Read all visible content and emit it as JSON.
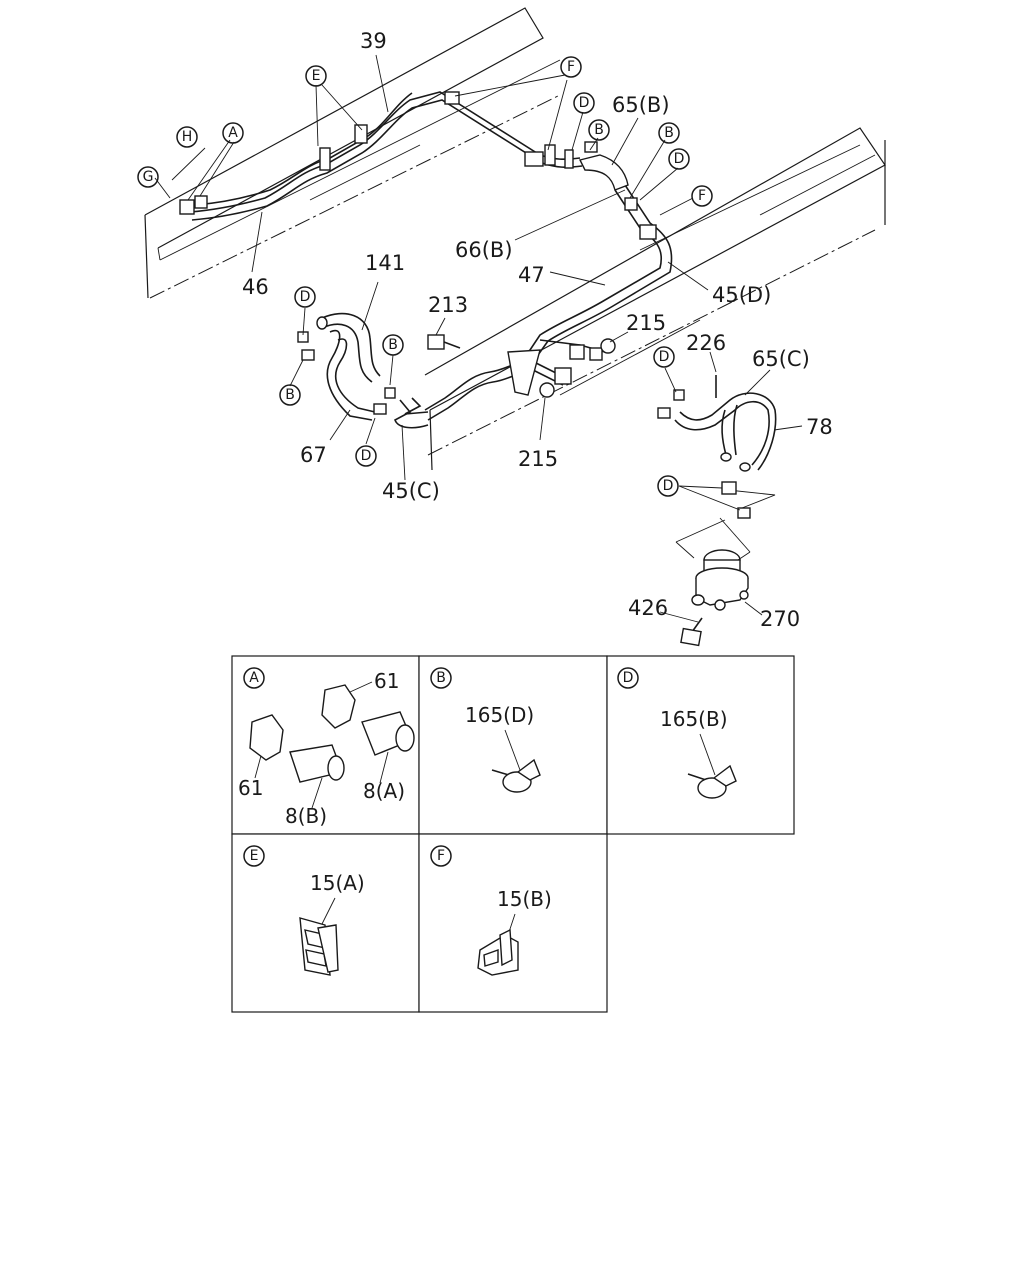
{
  "callouts": {
    "p39": "39",
    "p46": "46",
    "p65b": "65(B)",
    "p66b": "66(B)",
    "p47": "47",
    "p45d": "45(D)",
    "p141": "141",
    "p213": "213",
    "p215a": "215",
    "p215b": "215",
    "p226": "226",
    "p65c": "65(C)",
    "p78": "78",
    "p67": "67",
    "p45c": "45(C)",
    "p426": "426",
    "p270": "270"
  },
  "refs": {
    "A": "A",
    "B": "B",
    "D": "D",
    "E": "E",
    "F": "F",
    "G": "G",
    "H": "H"
  },
  "detail_boxes": {
    "a": {
      "letter": "A",
      "labels": [
        "61",
        "61",
        "8(A)",
        "8(B)"
      ]
    },
    "b": {
      "letter": "B",
      "labels": [
        "165(D)"
      ]
    },
    "d": {
      "letter": "D",
      "labels": [
        "165(B)"
      ]
    },
    "e": {
      "letter": "E",
      "labels": [
        "15(A)"
      ]
    },
    "f": {
      "letter": "F",
      "labels": [
        "15(B)"
      ]
    }
  }
}
